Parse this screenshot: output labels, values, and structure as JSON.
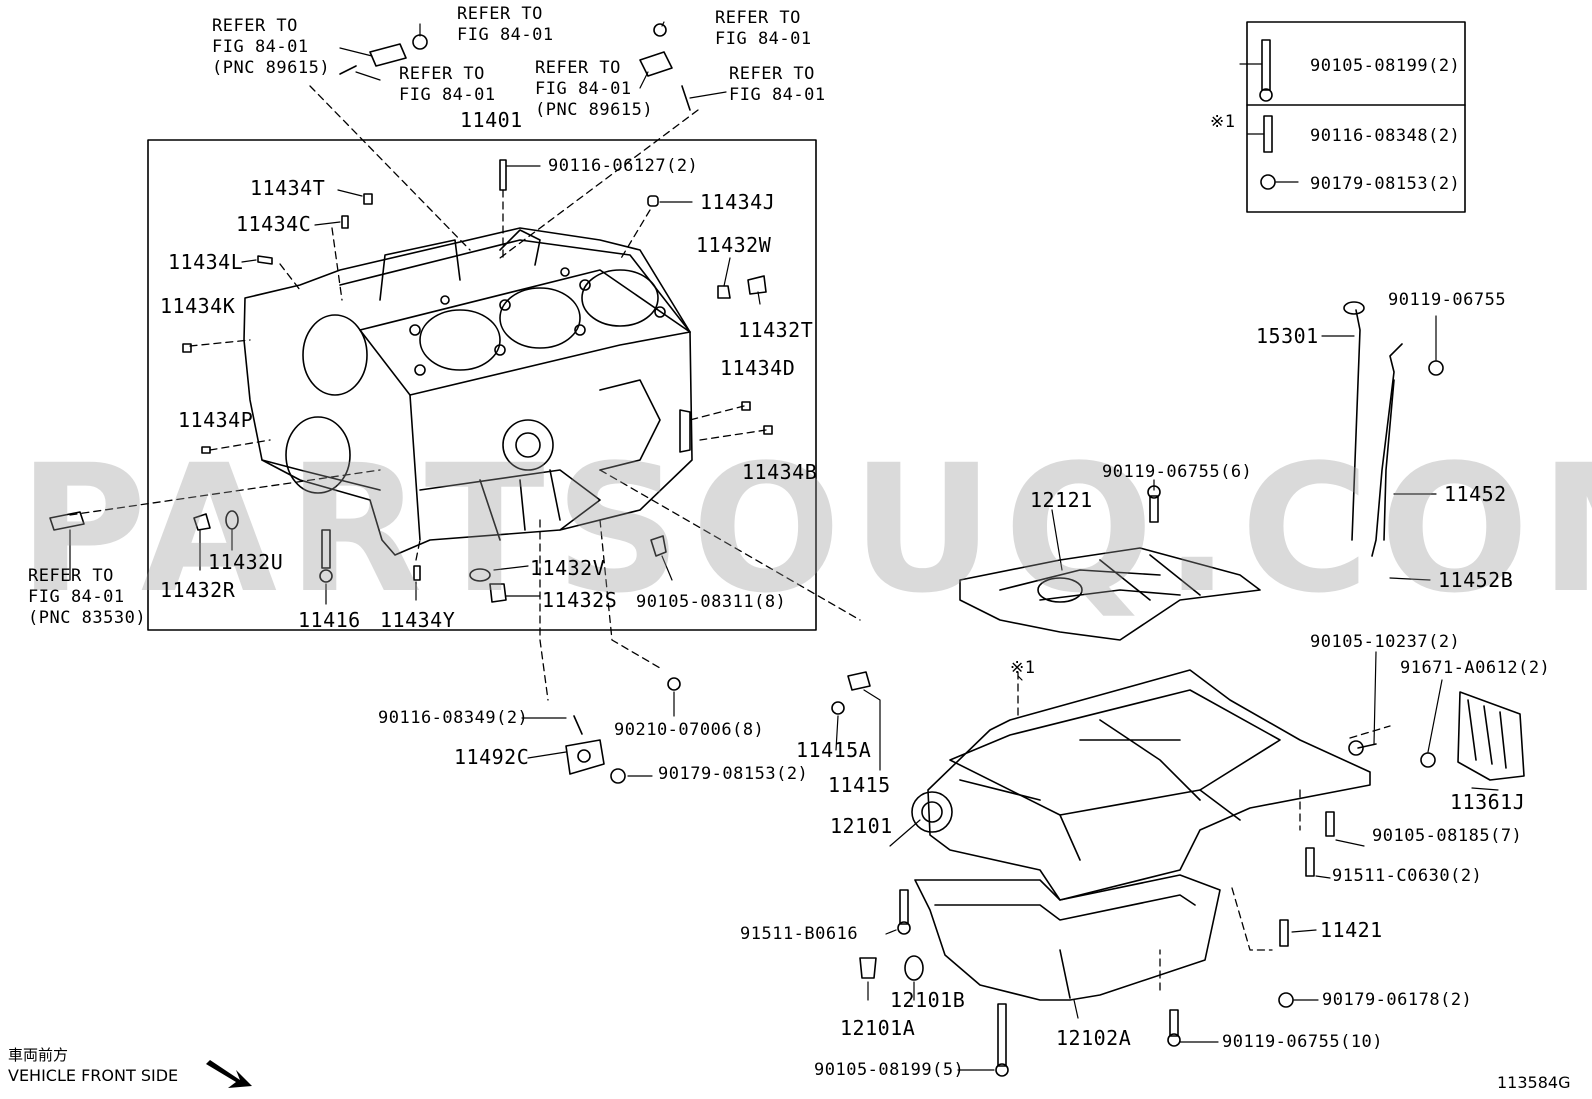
{
  "watermark": "PARTSOUQ.COM",
  "figure_code": "113584G",
  "front_note": {
    "jp": "車両前方",
    "en": "VEHICLE FRONT SIDE"
  },
  "callouts": {
    "ref_top_left": "REFER TO\nFIG 84-01\n(PNC 89615)",
    "ref_top_nut": "REFER TO\nFIG 84-01",
    "ref_top_stud": "REFER TO\nFIG 84-01",
    "ref_mid_sensor": "REFER TO\nFIG 84-01\n(PNC 89615)",
    "ref_right_nut": "REFER TO\nFIG 84-01",
    "ref_right_stud": "REFER TO\nFIG 84-01",
    "ref_left_sensor": "REFER TO\nFIG 84-01\n(PNC 83530)"
  },
  "parts": {
    "p11401": "11401",
    "p90116_06127": "90116-06127(2)",
    "p11434T": "11434T",
    "p11434C": "11434C",
    "p11434L": "11434L",
    "p11434K": "11434K",
    "p11434P": "11434P",
    "p11434J": "11434J",
    "p11432W": "11432W",
    "p11432T": "11432T",
    "p11434D": "11434D",
    "p11434B": "11434B",
    "p11432R": "11432R",
    "p11432U": "11432U",
    "p11416": "11416",
    "p11434Y": "11434Y",
    "p11432V": "11432V",
    "p11432S": "11432S",
    "p90105_08311": "90105-08311(8)",
    "p90116_08349": "90116-08349(2)",
    "p90210_07006": "90210-07006(8)",
    "p11492C": "11492C",
    "p90179_08153b": "90179-08153(2)",
    "p11415A": "11415A",
    "p11415": "11415",
    "p90105_08199a": "90105-08199(2)",
    "p90116_08348": "90116-08348(2)",
    "p90179_08153a": "90179-08153(2)",
    "note1": "※1",
    "note1b": "※1",
    "p90119_06755a": "90119-06755",
    "p15301": "15301",
    "p11452": "11452",
    "p11452B": "11452B",
    "p90119_06755b": "90119-06755(6)",
    "p12121": "12121",
    "p90105_10237": "90105-10237(2)",
    "p91671_A0612": "91671-A0612(2)",
    "p11361J": "11361J",
    "p12101": "12101",
    "p90105_08185": "90105-08185(7)",
    "p91511_C0630": "91511-C0630(2)",
    "p11421": "11421",
    "p91511_B0616": "91511-B0616",
    "p12101A": "12101A",
    "p12101B": "12101B",
    "p90179_06178": "90179-06178(2)",
    "p12102A": "12102A",
    "p90119_06755c": "90119-06755(10)",
    "p90105_08199b": "90105-08199(5)"
  }
}
